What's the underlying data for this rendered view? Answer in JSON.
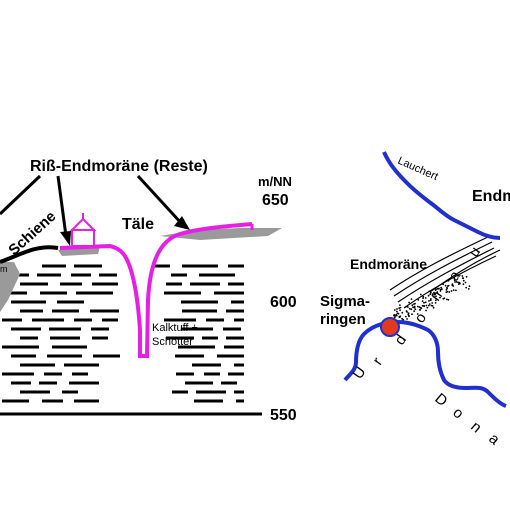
{
  "profile": {
    "title": "Riß-Endmoräne (Reste)",
    "unit": "m/NN",
    "elev_labels": [
      "650",
      "600",
      "550"
    ],
    "schiene": "Schiene",
    "taele": "Täle",
    "kalktuff_1": "Kalktuff +",
    "kalktuff_2": "Schotter",
    "clipped_label": "m"
  },
  "map": {
    "lauchert": "Lauchert",
    "endmoraene_top": "Endm",
    "endmoraene": "Endmoräne",
    "sigma_1": "Sigma-",
    "sigma_2": "ringen",
    "urdonautal_letters": [
      "U",
      "r",
      "d",
      "o",
      "n",
      "a",
      "u"
    ],
    "donau_letters": [
      "D",
      "o",
      "n",
      "a"
    ]
  },
  "colors": {
    "river": "#1f2fd0",
    "valley": "#e61fe6",
    "moraine": "#9a9a9a",
    "town": "#e23b1c"
  }
}
